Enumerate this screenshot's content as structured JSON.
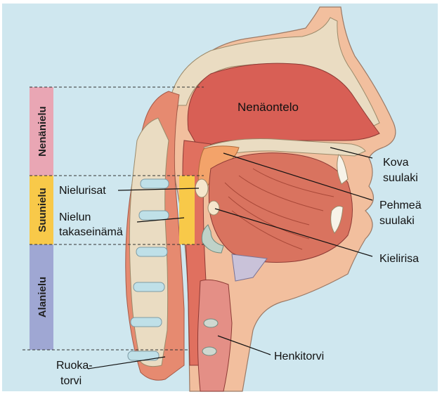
{
  "colors": {
    "panel": "#cfe7ef",
    "nenanielu": "#e9a6b4",
    "suunielu": "#f8c949",
    "alanielu": "#9fa7d3",
    "skin": "#f2bf9e",
    "muscle": "#d85f55",
    "bone": "#eadcc2",
    "cartilage": "#bfe0e8"
  },
  "regions": {
    "nenanielu": "Nenänielu",
    "suunielu": "Suunielu",
    "alanielu": "Alanielu"
  },
  "labels": {
    "nenaontelo": "Nenäontelo",
    "kova_1": "Kova",
    "kova_2": "suulaki",
    "nielurisat": "Nielurisat",
    "nielun_1": "Nielun",
    "nielun_2": "takaseinämä",
    "pehmea_1": "Pehmeä",
    "pehmea_2": "suulaki",
    "kielirisa": "Kielirisa",
    "henkitorvi": "Henkitorvi",
    "ruoka_1": "Ruoka-",
    "ruoka_2": "torvi"
  }
}
